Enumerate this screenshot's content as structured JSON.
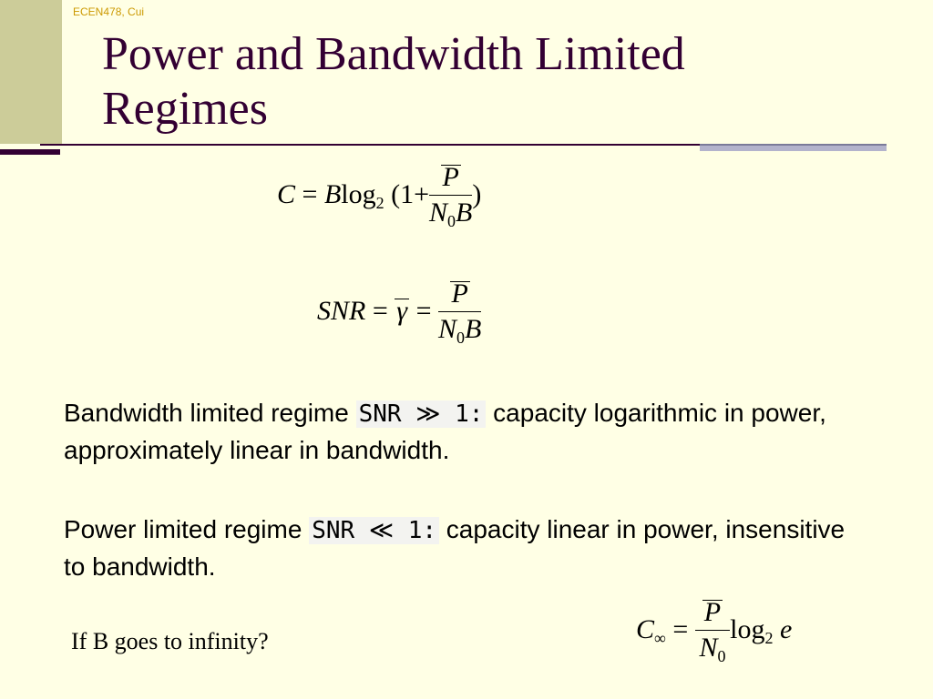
{
  "header": {
    "course_tag": "ECEN478, Cui"
  },
  "title": "Power and Bandwidth Limited Regimes",
  "eq1": {
    "lhs": "C",
    "eq": "=",
    "b": "B",
    "log": "log",
    "base": "2",
    "open": "(1+",
    "num": "P",
    "den": "N",
    "den_sub": "0",
    "den_b": "B",
    "close": ")"
  },
  "eq2": {
    "lhs": "SNR",
    "eq1": "=",
    "gamma": "γ",
    "eq2": "=",
    "num": "P",
    "den": "N",
    "den_sub": "0",
    "den_b": "B"
  },
  "para1": {
    "pre": "Bandwidth limited regime ",
    "code": "SNR ≫ 1:",
    "post": " capacity logarithmic in power, approximately linear in bandwidth."
  },
  "para2": {
    "pre": "Power limited regime ",
    "code": "SNR ≪ 1:",
    "post": " capacity linear in power, insensitive to bandwidth."
  },
  "question": "If B goes to infinity?",
  "eq3": {
    "lhs": "C",
    "lhs_sub": "∞",
    "eq": "=",
    "num": "P",
    "den": "N",
    "den_sub": "0",
    "log": "log",
    "base": "2",
    "e": "e"
  }
}
